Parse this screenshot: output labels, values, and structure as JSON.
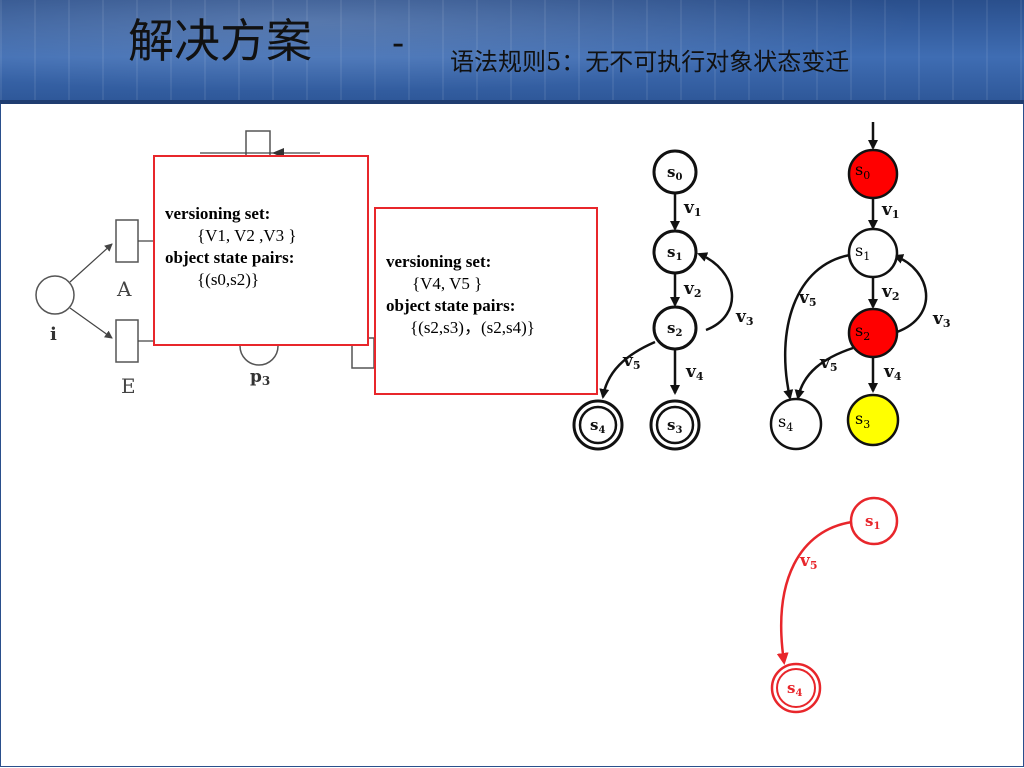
{
  "header": {
    "title": "解决方案",
    "dash": "-",
    "subtitle": "语法规则5：无不可执行对象状态变迁"
  },
  "petri_net": {
    "place_i": "i",
    "transition_a": "A",
    "transition_e": "E",
    "place_p3": "p",
    "place_p3_sub": "3"
  },
  "box_left": {
    "versioning_heading": "versioning set:",
    "versioning_value": "{V1, V2 ,V3 }",
    "pairs_heading": "object state pairs:",
    "pairs_value": "{(s0,s2)}"
  },
  "box_right": {
    "versioning_heading": "versioning set:",
    "versioning_value": "{V4, V5 }",
    "pairs_heading": "object state pairs:",
    "pairs_value": "{(s2,s3)，(s2,s4)}"
  },
  "fsm_plain": {
    "s0": "s",
    "s0_sub": "0",
    "s1": "s",
    "s1_sub": "1",
    "s2": "s",
    "s2_sub": "2",
    "s3": "s",
    "s3_sub": "3",
    "s4": "s",
    "s4_sub": "4",
    "v1": "v",
    "v1_sub": "1",
    "v2": "v",
    "v2_sub": "2",
    "v3": "v",
    "v3_sub": "3",
    "v4": "v",
    "v4_sub": "4",
    "v5": "v",
    "v5_sub": "5"
  },
  "fsm_colored": {
    "s0": "s",
    "s0_sub": "0",
    "s1": "s",
    "s1_sub": "1",
    "s2": "s",
    "s2_sub": "2",
    "s3": "s",
    "s3_sub": "3",
    "s4": "s",
    "s4_sub": "4",
    "v1": "v",
    "v1_sub": "1",
    "v2": "v",
    "v2_sub": "2",
    "v3": "v",
    "v3_sub": "3",
    "v4": "v",
    "v4_sub": "4",
    "v5": "v",
    "v5_sub": "5",
    "colors": {
      "s0": "#ff0000",
      "s2": "#ff0000",
      "s3": "#ffff00",
      "other": "#ffffff"
    }
  },
  "fsm_highlight": {
    "s1": "s",
    "s1_sub": "1",
    "s4": "s",
    "s4_sub": "4",
    "v5": "v",
    "v5_sub": "5",
    "color": "#e8262b"
  }
}
